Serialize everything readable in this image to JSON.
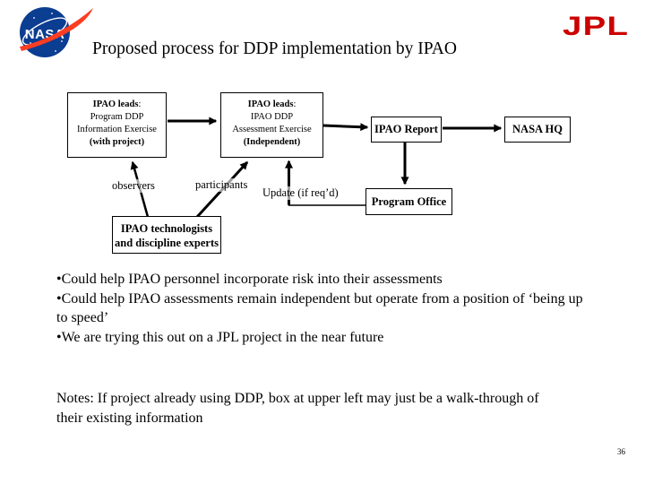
{
  "slide": {
    "title": "Proposed process for DDP implementation by IPAO",
    "page_number": "36"
  },
  "logos": {
    "nasa_text": "NASA",
    "jpl_text": "JPL"
  },
  "colors": {
    "background": "#FFFFFF",
    "text": "#000000",
    "nasa_blue": "#0B3D91",
    "nasa_red": "#FC3D21",
    "jpl_red": "#CC0000"
  },
  "diagram": {
    "box_program_ddp": {
      "heading": "IPAO leads",
      "heading_suffix": ":",
      "line1": "Program DDP",
      "line2": "Information Exercise",
      "line3": "(with project)"
    },
    "box_assessment": {
      "heading": "IPAO leads",
      "heading_suffix": ":",
      "line1": "IPAO DDP",
      "line2": "Assessment Exercise",
      "line3": "(Independent)"
    },
    "box_ipao_report": "IPAO Report",
    "box_nasa_hq": "NASA HQ",
    "box_program_office": "Program Office",
    "box_technologists": {
      "line1": "IPAO technologists",
      "line2": "and discipline experts"
    },
    "label_observers": "observers",
    "label_participants": "participants",
    "label_update": "Update (if req’d)"
  },
  "bullet_char": "•",
  "bullets": [
    "Could help IPAO personnel incorporate risk into their assessments",
    "Could help IPAO assessments remain independent but operate from a position of ‘being up to speed’",
    "We are trying this out on a JPL project in the near future"
  ],
  "notes": "Notes: If project already using DDP, box at upper left may just be a walk-through of their existing information"
}
